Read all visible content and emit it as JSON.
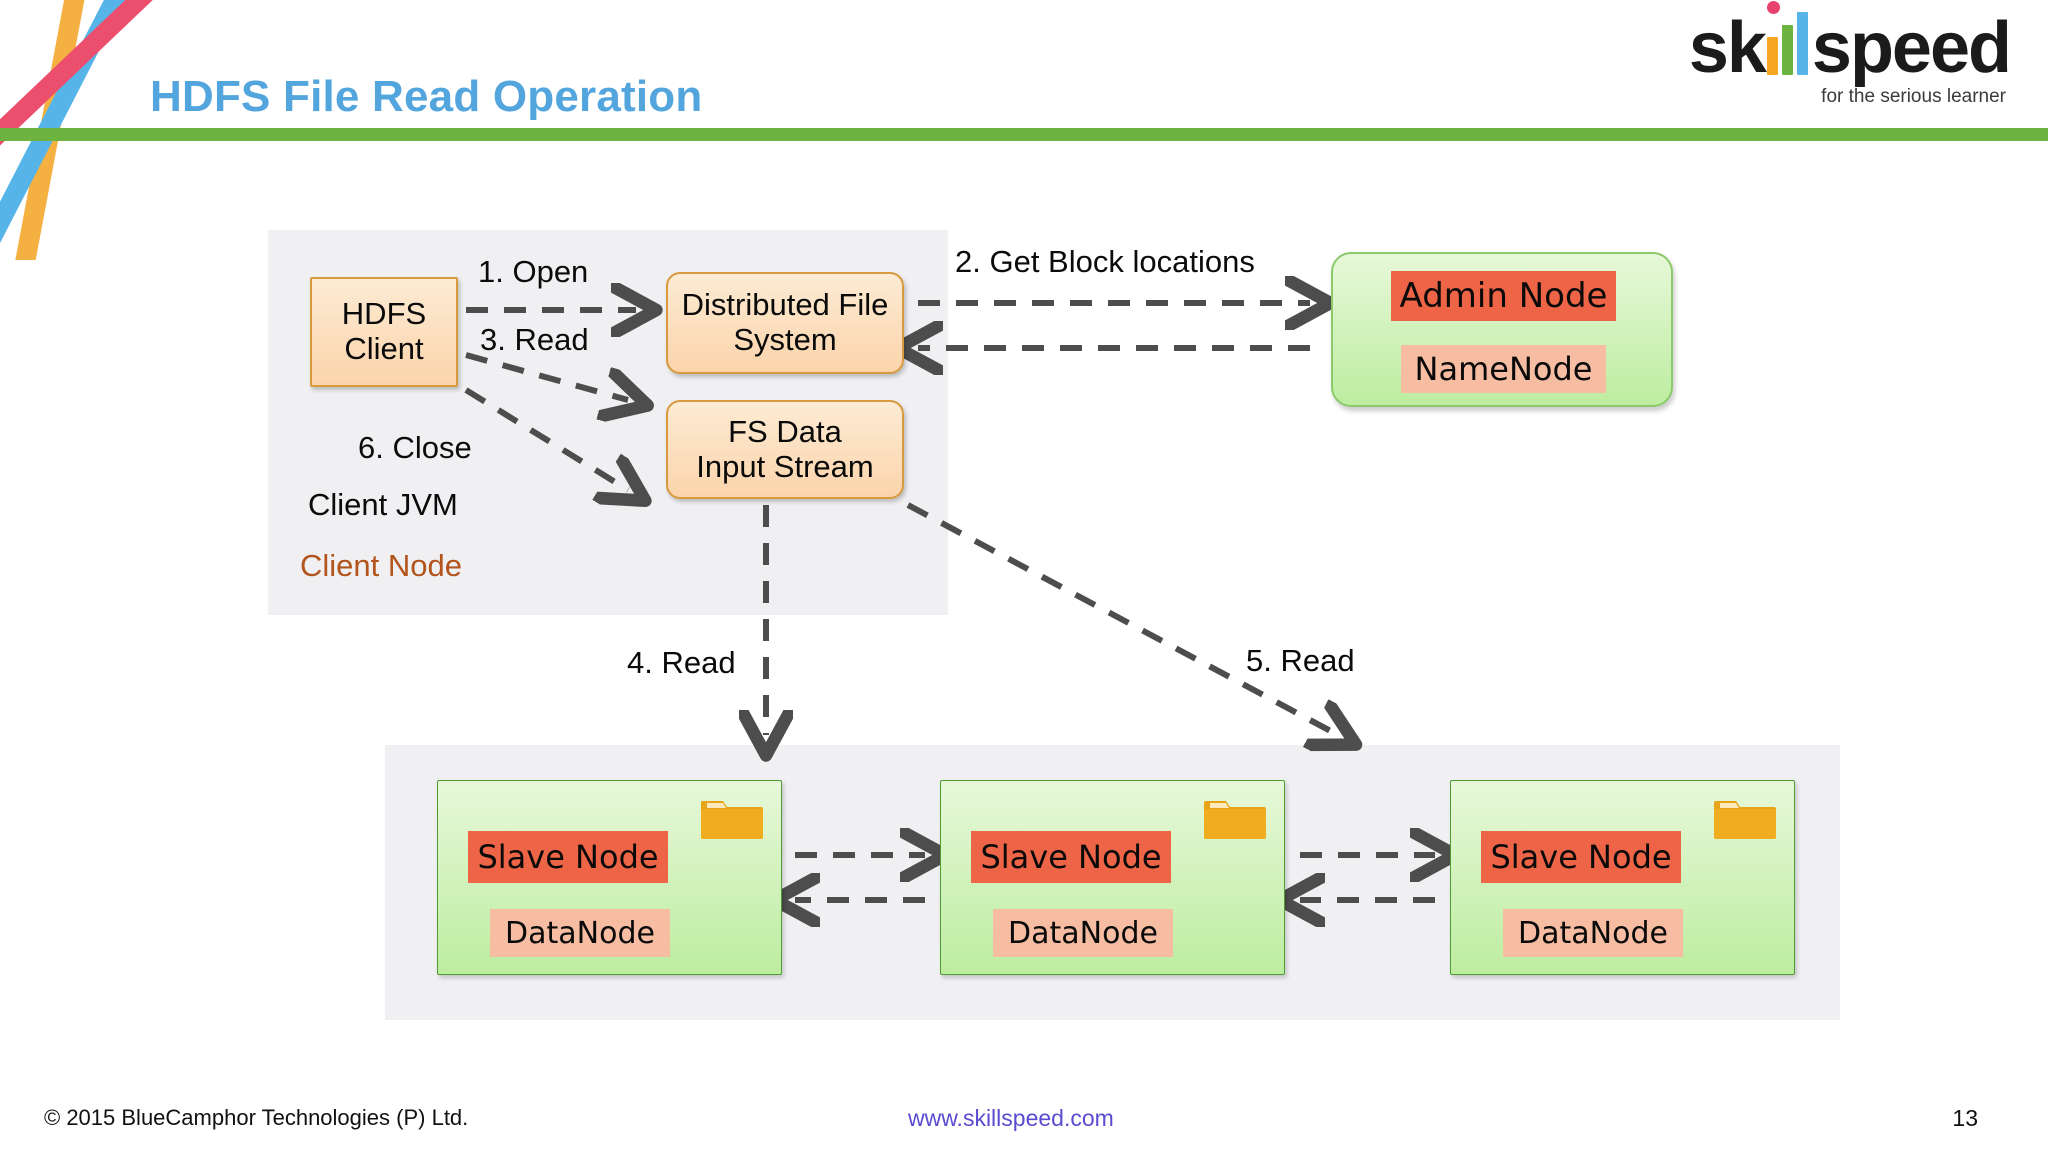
{
  "slide": {
    "title": "HDFS File Read Operation",
    "page_number": "13",
    "accent_color": "#53a5dd",
    "rule_color": "#6cb33f"
  },
  "logo": {
    "word_part1": "sk",
    "word_part2": "speed",
    "tagline": "for the serious learner",
    "bar_colors": [
      "#f5a623",
      "#6cb33f",
      "#56b4e8"
    ],
    "dot_color": "#e8436f"
  },
  "diagram": {
    "client_panel": {
      "client_box": "HDFS\nClient",
      "client_box_line1": "HDFS",
      "client_box_line2": "Client",
      "dfs_box_line1": "Distributed File",
      "dfs_box_line2": "System",
      "fsdata_box_line1": "FS Data",
      "fsdata_box_line2": "Input Stream",
      "jvm_label": "Client JVM",
      "node_label": "Client Node",
      "node_label_color": "#b2541c"
    },
    "admin": {
      "title": "Admin Node",
      "subtitle": "NameNode",
      "title_bg": "#ee6446",
      "subtitle_bg": "#f6bda2"
    },
    "slaves": [
      {
        "title": "Slave Node",
        "subtitle": "DataNode",
        "icon": "folder-icon"
      },
      {
        "title": "Slave Node",
        "subtitle": "DataNode",
        "icon": "folder-icon"
      },
      {
        "title": "Slave Node",
        "subtitle": "DataNode",
        "icon": "folder-icon"
      }
    ],
    "steps": [
      {
        "id": "step1",
        "label": "1. Open"
      },
      {
        "id": "step2",
        "label": "2. Get Block locations"
      },
      {
        "id": "step3",
        "label": "3. Read"
      },
      {
        "id": "step4",
        "label": "4. Read"
      },
      {
        "id": "step5",
        "label": "5. Read"
      },
      {
        "id": "step6",
        "label": "6. Close"
      }
    ]
  },
  "footer": {
    "copyright": "© 2015 BlueCamphor Technologies (P) Ltd.",
    "website": "www.skillspeed.com",
    "page": "13",
    "website_color": "#5b4bd0"
  }
}
